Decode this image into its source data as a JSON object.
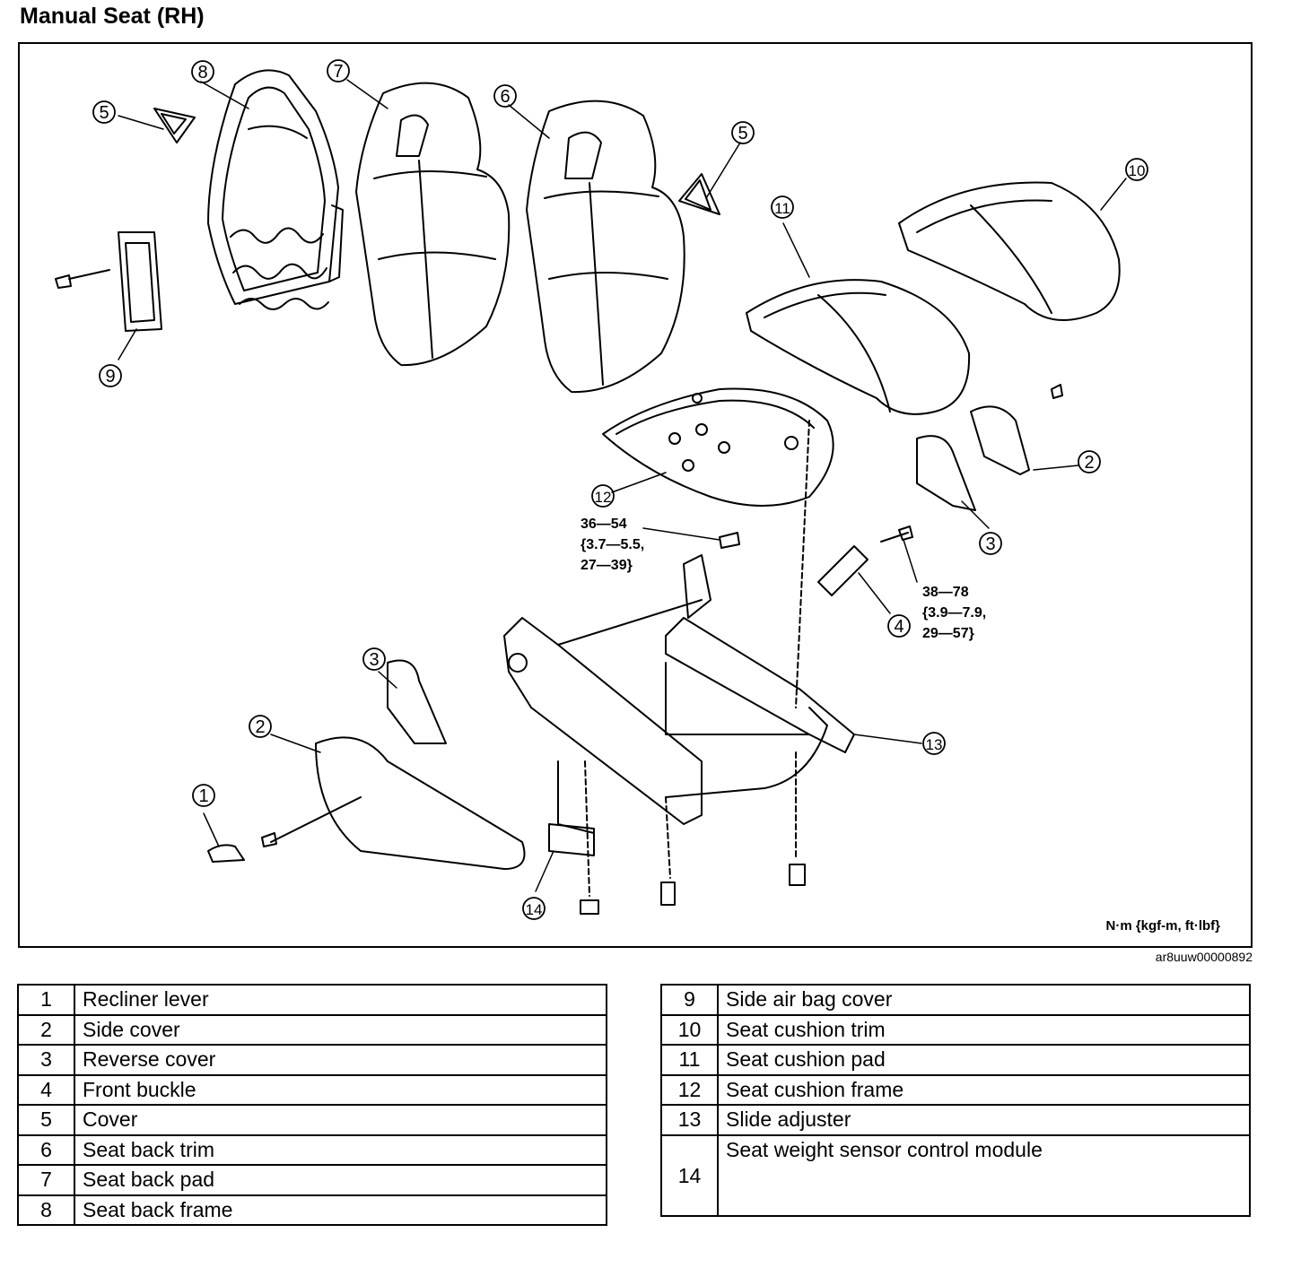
{
  "title": "Manual Seat (RH)",
  "diagram": {
    "callouts": [
      "1",
      "2",
      "3",
      "4",
      "5",
      "6",
      "7",
      "8",
      "9",
      "10",
      "11",
      "12",
      "13",
      "14"
    ],
    "torque_a": [
      "36—54",
      "{3.7—5.5,",
      "27—39}"
    ],
    "torque_b": [
      "38—78",
      "{3.9—7.9,",
      "29—57}"
    ],
    "units_note": "N·m {kgf-m, ft·lbf}",
    "figure_id": "ar8uuw00000892"
  },
  "parts_left": [
    {
      "num": "1",
      "name": "Recliner lever"
    },
    {
      "num": "2",
      "name": "Side cover"
    },
    {
      "num": "3",
      "name": "Reverse cover"
    },
    {
      "num": "4",
      "name": "Front buckle"
    },
    {
      "num": "5",
      "name": "Cover"
    },
    {
      "num": "6",
      "name": "Seat back trim"
    },
    {
      "num": "7",
      "name": "Seat back pad"
    },
    {
      "num": "8",
      "name": "Seat back frame"
    }
  ],
  "parts_right": [
    {
      "num": "9",
      "name": "Side air bag cover"
    },
    {
      "num": "10",
      "name": "Seat cushion trim"
    },
    {
      "num": "11",
      "name": "Seat cushion pad"
    },
    {
      "num": "12",
      "name": "Seat cushion frame"
    },
    {
      "num": "13",
      "name": "Slide adjuster"
    },
    {
      "num": "14",
      "name": "Seat weight sensor control module"
    }
  ]
}
